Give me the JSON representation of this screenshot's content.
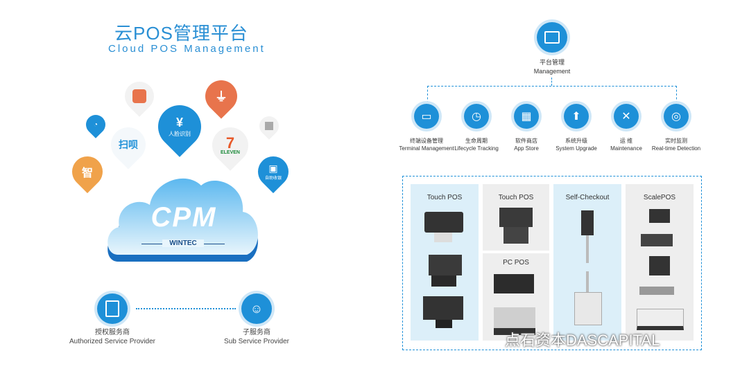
{
  "left": {
    "title_cn": "云POS管理平台",
    "title_en": "Cloud POS Management",
    "cloud_logo": "CPM",
    "cloud_brand": "WINTEC",
    "bubbles": [
      {
        "icon": "lock-bag-icon",
        "color": "#e8744c"
      },
      {
        "icon": "plug-icon",
        "color": "#e8744c"
      },
      {
        "icon": "face-pay-icon",
        "color": "#1e90d8",
        "label": "人脸识别"
      },
      {
        "icon": "scan-icon",
        "color": "#1e90d8",
        "label": "扫呗"
      },
      {
        "icon": "alipay-icon",
        "color": "#1e90d8"
      },
      {
        "icon": "zhi-icon",
        "color": "#f0a24a"
      },
      {
        "icon": "seven-eleven-icon",
        "label": "ELEVEN"
      },
      {
        "icon": "box-icon",
        "color": "#aaaaaa"
      },
      {
        "icon": "self-service-icon",
        "color": "#1e90d8",
        "label": "自助收银"
      }
    ],
    "authorized": {
      "cn": "授权服务商",
      "en": "Authorized Service Provider"
    },
    "sub": {
      "cn": "子服务商",
      "en": "Sub Service Provider"
    }
  },
  "right": {
    "management": {
      "cn": "平台管理",
      "en": "Management"
    },
    "functions": [
      {
        "cn": "终端设备管理",
        "en": "Terminal Management",
        "icon": "monitor-icon"
      },
      {
        "cn": "生命周期",
        "en": "Lifecycle Tracking",
        "icon": "clock-icon"
      },
      {
        "cn": "软件商店",
        "en": "App Store",
        "icon": "apps-icon"
      },
      {
        "cn": "系统升级",
        "en": "System Upgrade",
        "icon": "upgrade-arrow-icon"
      },
      {
        "cn": "运 维",
        "en": "Maintenance",
        "icon": "tools-icon"
      },
      {
        "cn": "实时监测",
        "en": "Real-time Detection",
        "icon": "target-icon"
      }
    ],
    "products": [
      {
        "title": "Touch POS"
      },
      {
        "title": "Touch POS"
      },
      {
        "title": "PC POS"
      },
      {
        "title": "Self-Checkout"
      },
      {
        "title": "ScalePOS"
      }
    ]
  },
  "watermark": "点石资本DASCAPITAL",
  "colors": {
    "accent": "#1e90d8",
    "accent_light": "#dceff9",
    "orange": "#e8744c"
  }
}
